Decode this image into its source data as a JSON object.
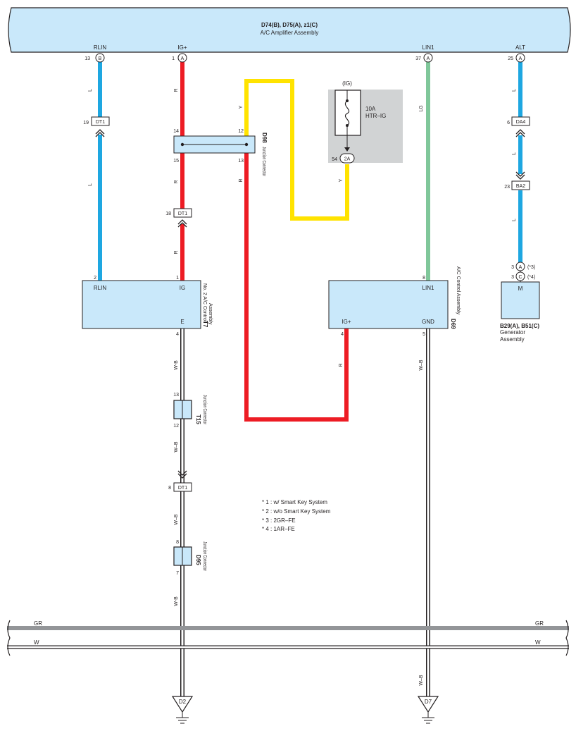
{
  "amplifier": {
    "codes": "D74(B), D75(A), z1(C)",
    "name": "A/C Amplifier Assembly",
    "pins": {
      "rlin": {
        "label": "RLIN",
        "num": "13",
        "conn": "B"
      },
      "ig": {
        "label": "IG+",
        "num": "1",
        "conn": "A"
      },
      "lin1": {
        "label": "LIN1",
        "num": "37",
        "conn": "A"
      },
      "alt": {
        "label": "ALT",
        "num": "25",
        "conn": "A"
      }
    }
  },
  "wire_colors": {
    "rlin": "L",
    "ig": "R",
    "yellow": "Y",
    "lin1": "LG",
    "alt": "L",
    "ground": "W-B",
    "ground_dash": "W–B",
    "bus1": "GR",
    "bus2": "W"
  },
  "colors": {
    "blue_wire": "#1ea7e1",
    "red_wire": "#ed1c24",
    "yellow_wire": "#ffe300",
    "green_wire": "#80c79a",
    "component_fill": "#c9e8fa",
    "fuse_box_fill": "#d1d3d4",
    "bus_gray": "#939598"
  },
  "connectors": {
    "dt1_top": {
      "num": "19",
      "label": "DT1"
    },
    "dt1_mid": {
      "num": "18",
      "label": "DT1"
    },
    "dt1_low": {
      "num": "8",
      "label": "DT1"
    },
    "da4": {
      "num": "6",
      "label": "DA4"
    },
    "ba2": {
      "num": "23",
      "label": "BA2"
    }
  },
  "d98": {
    "code": "D98",
    "name": "Junction Connector",
    "pins": {
      "p14": "14",
      "p12": "12",
      "p15": "15",
      "p13": "13"
    }
  },
  "fuse": {
    "source": "(IG)",
    "rating": "10A",
    "name": "HTR–IG",
    "terminal_num": "54",
    "terminal_label": "2A"
  },
  "t7": {
    "code": "T7",
    "name_line1": "No. 2 A/C Control",
    "name_line2": "Assembly",
    "pin_rlin": {
      "num": "2",
      "label": "RLIN"
    },
    "pin_ig": {
      "num": "1",
      "label": "IG"
    },
    "pin_e": {
      "num": "4",
      "label": "E"
    }
  },
  "d69": {
    "code": "D69",
    "name": "A/C Control Assembly",
    "pin_lin1": {
      "num": "8",
      "label": "LIN1"
    },
    "pin_ig": {
      "num": "4",
      "label": "IG+"
    },
    "pin_gnd": {
      "num": "5",
      "label": "GND"
    }
  },
  "generator": {
    "codes": "B29(A), B51(C)",
    "name_line1": "Generator",
    "name_line2": "Assembly",
    "terminal": "M",
    "pin_a": {
      "num": "3",
      "conn": "A",
      "note": "(*3)"
    },
    "pin_c": {
      "num": "3",
      "conn": "C",
      "note": "(*4)"
    }
  },
  "t15": {
    "code": "T15",
    "name": "Junction Connector",
    "pin_top": "13",
    "pin_bottom": "12"
  },
  "d95": {
    "code": "D95",
    "name": "Junction Connector",
    "pin_top": "8",
    "pin_bottom": "7"
  },
  "notes": [
    "* 1 : w/ Smart Key System",
    "* 2 : w/o Smart Key System",
    "* 3 : 2GR–FE",
    "* 4 : 1AR–FE"
  ],
  "grounds": {
    "left": "D2",
    "right": "D7"
  }
}
